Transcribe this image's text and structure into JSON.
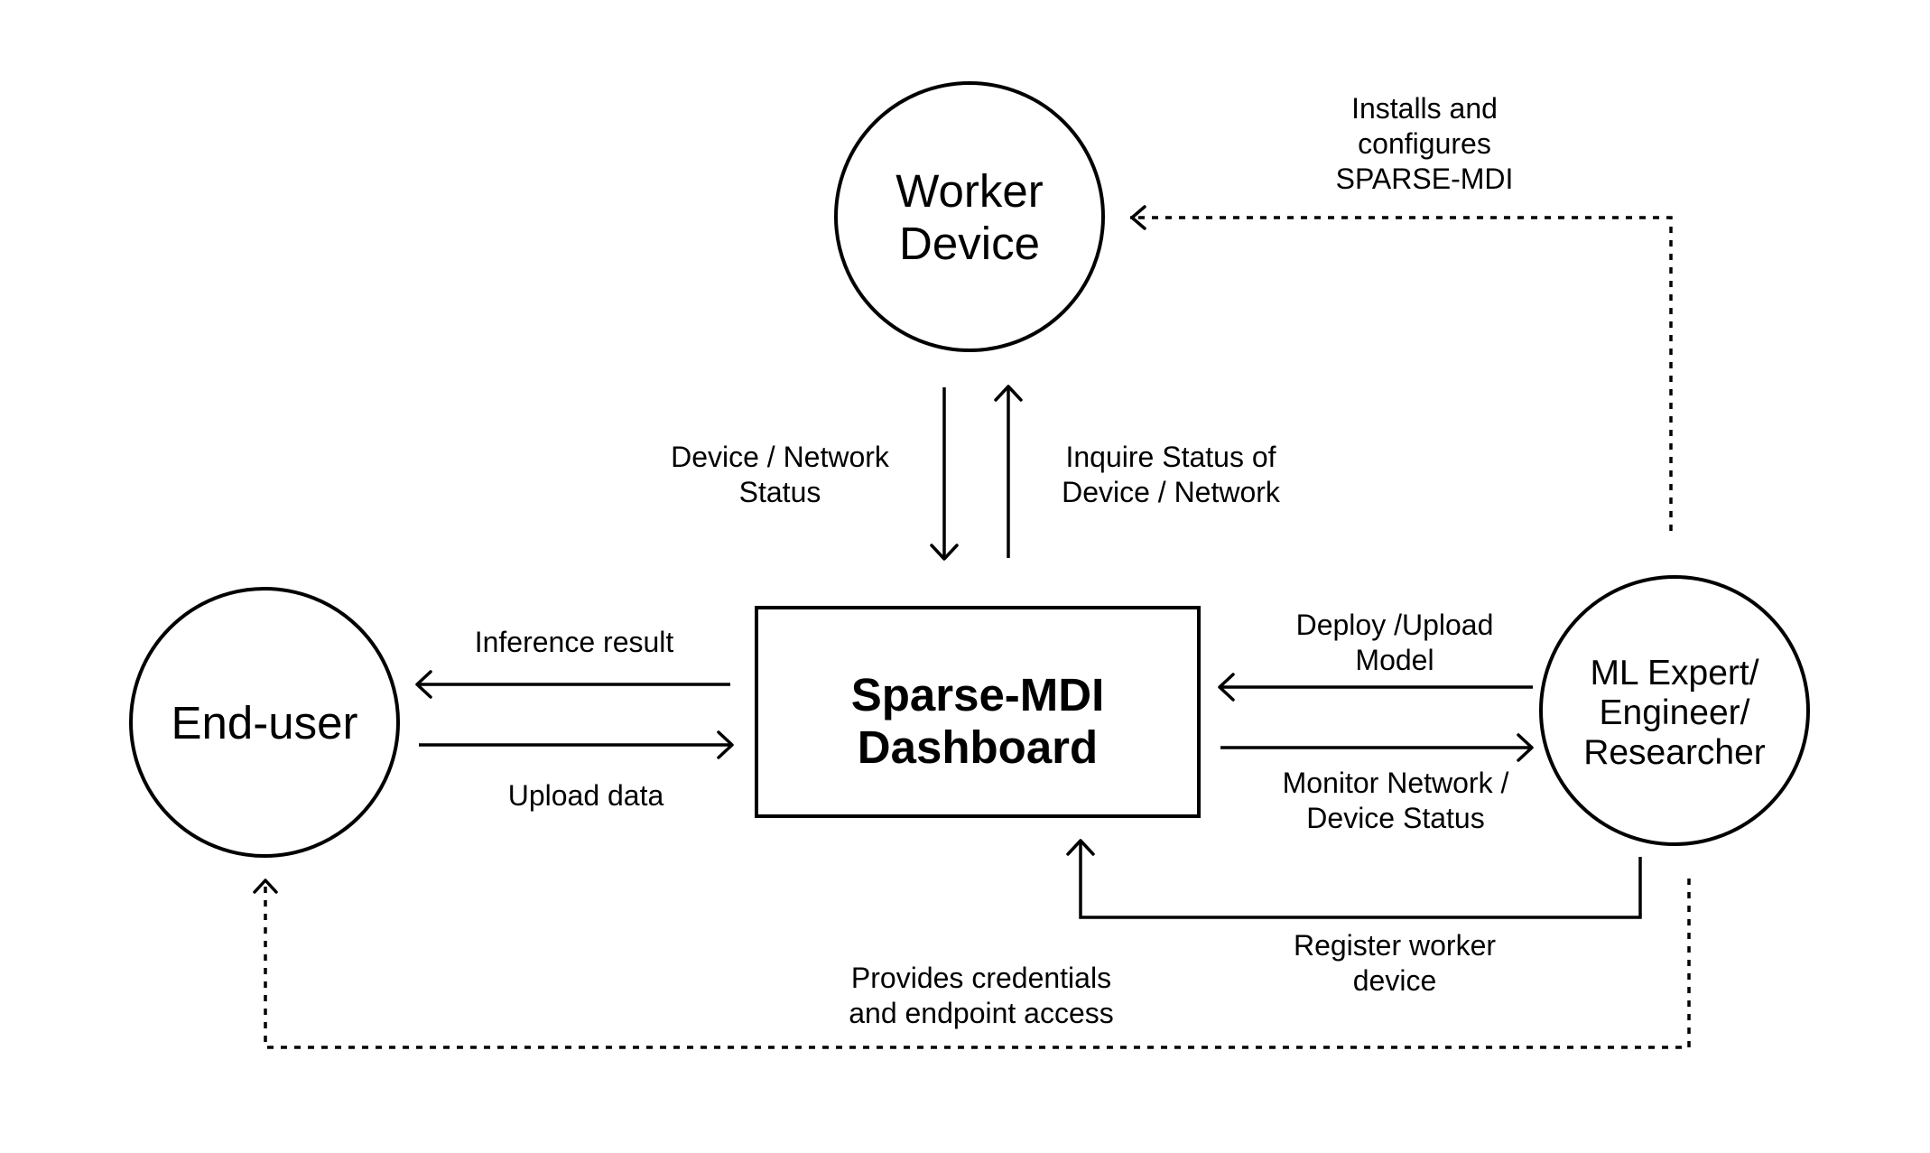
{
  "nodes": {
    "worker_device": {
      "lines": [
        "Worker",
        "Device"
      ],
      "shape": "circle"
    },
    "end_user": {
      "lines": [
        "End-user"
      ],
      "shape": "circle"
    },
    "ml_expert": {
      "lines": [
        "ML Expert/",
        "Engineer/",
        "Researcher"
      ],
      "shape": "circle"
    },
    "dashboard": {
      "lines": [
        "Sparse-MDI",
        "Dashboard"
      ],
      "shape": "rectangle"
    }
  },
  "edges": {
    "installs": {
      "lines": [
        "Installs and",
        "configures",
        "SPARSE-MDI"
      ],
      "from": "ML Expert/ Engineer/ Researcher",
      "to": "Worker Device",
      "style": "dashed"
    },
    "device_status": {
      "lines": [
        "Device / Network",
        "Status"
      ],
      "from": "Worker Device",
      "to": "Sparse-MDI Dashboard",
      "style": "solid"
    },
    "inquire_status": {
      "lines": [
        "Inquire Status of",
        "Device / Network"
      ],
      "from": "Sparse-MDI Dashboard",
      "to": "Worker Device",
      "style": "solid"
    },
    "inference_result": {
      "lines": [
        "Inference result"
      ],
      "from": "Sparse-MDI Dashboard",
      "to": "End-user",
      "style": "solid"
    },
    "upload_data": {
      "lines": [
        "Upload data"
      ],
      "from": "End-user",
      "to": "Sparse-MDI Dashboard",
      "style": "solid"
    },
    "deploy_model": {
      "lines": [
        "Deploy /Upload",
        "Model"
      ],
      "from": "ML Expert/ Engineer/ Researcher",
      "to": "Sparse-MDI Dashboard",
      "style": "solid"
    },
    "monitor_status": {
      "lines": [
        "Monitor Network /",
        "Device Status"
      ],
      "from": "Sparse-MDI Dashboard",
      "to": "ML Expert/ Engineer/ Researcher",
      "style": "solid"
    },
    "register_worker": {
      "lines": [
        "Register worker",
        "device"
      ],
      "from": "ML Expert/ Engineer/ Researcher",
      "to": "Sparse-MDI Dashboard",
      "style": "solid"
    },
    "credentials": {
      "lines": [
        "Provides credentials",
        "and endpoint access"
      ],
      "from": "ML Expert/ Engineer/ Researcher",
      "to": "End-user",
      "style": "dashed"
    }
  },
  "colors": {
    "stroke": "#000000",
    "background": "#ffffff",
    "text": "#000000"
  }
}
